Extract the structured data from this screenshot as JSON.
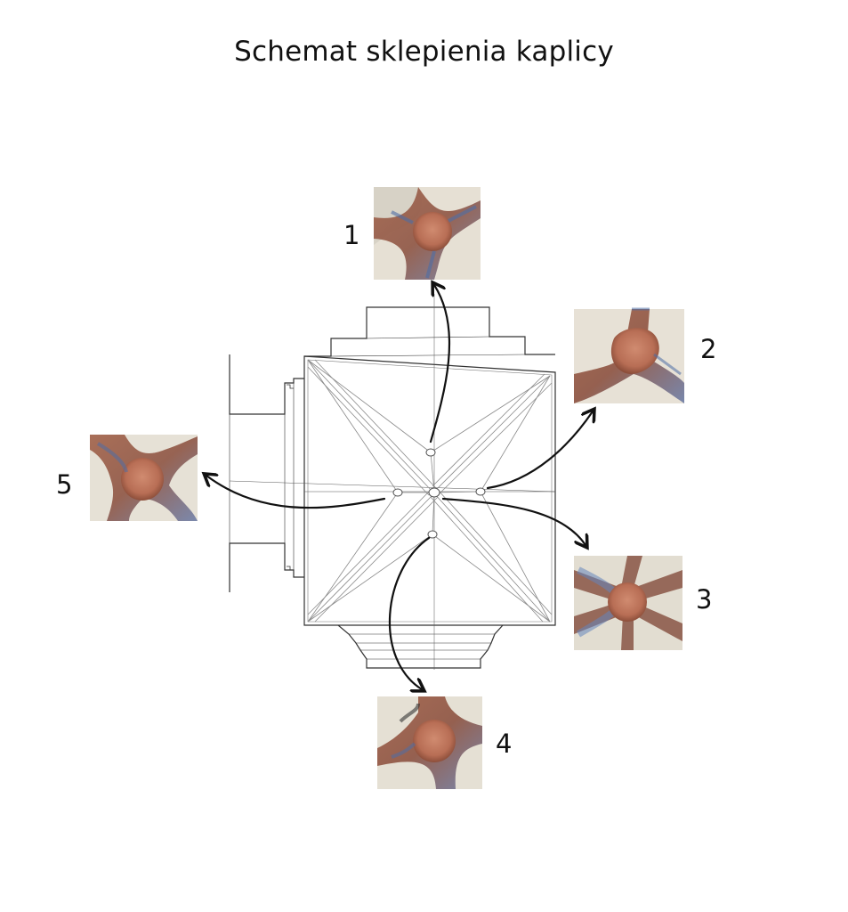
{
  "title": "Schemat sklepienia kaplicy",
  "labels": [
    "1",
    "2",
    "3",
    "4",
    "5"
  ],
  "colors": {
    "wall": "#f2eee6",
    "wall_shadow": "#c9c3b6",
    "rib_blue": "#5a7bb0",
    "rib_red": "#9a5a45",
    "boss": "#c2785e",
    "plan_line": "#333333",
    "rib_line": "#8a8a8a",
    "arrow": "#111111"
  }
}
